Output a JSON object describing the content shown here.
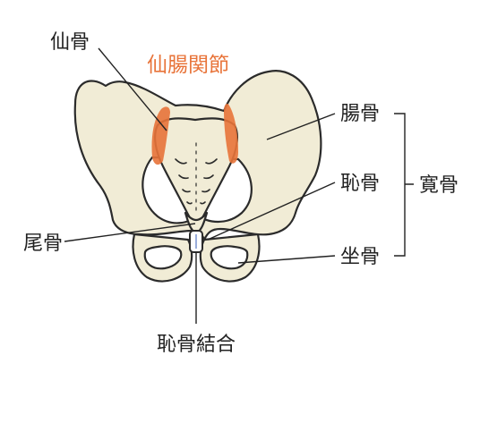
{
  "labels": {
    "sacrum": "仙骨",
    "sacroiliac_joint": "仙腸関節",
    "ilium": "腸骨",
    "pubis": "恥骨",
    "hip_bone": "寛骨",
    "coccyx": "尾骨",
    "ischium": "坐骨",
    "pubic_symphysis": "恥骨結合"
  },
  "colors": {
    "bone_fill": "#f1ecd6",
    "outline": "#2b2b2b",
    "joint_highlight": "#e8743a",
    "accent_text": "#e8743a"
  }
}
